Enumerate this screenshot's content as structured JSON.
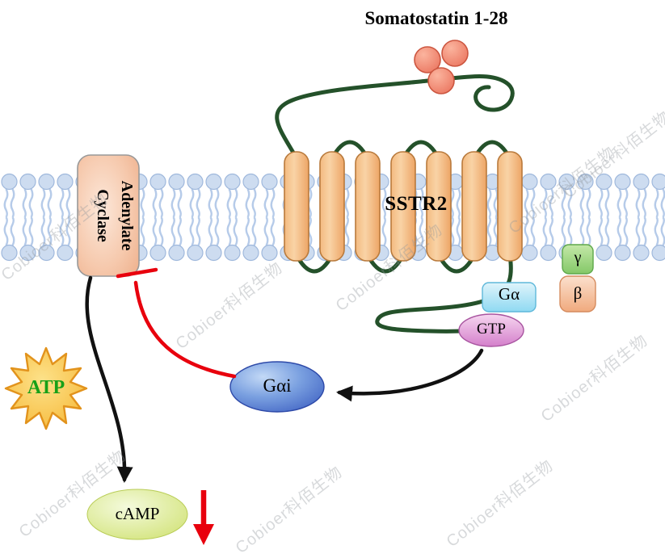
{
  "diagram": {
    "title": "Somatostatin 1-28",
    "receptor_label": "SSTR2",
    "enzyme": {
      "line1": "Adenylate",
      "line2": "Cyclase"
    },
    "g_alpha": "Gα",
    "gtp": "GTP",
    "gamma": "γ",
    "beta": "β",
    "g_alpha_i": "Gαi",
    "atp": "ATP",
    "camp": "cAMP"
  },
  "watermark": {
    "text": "Cobioer科佰生物"
  },
  "colors": {
    "membrane_head": "#cddcf0",
    "membrane_tail": "#b6cbe9",
    "helix_fill": "#f8c88e",
    "loop_green": "#24512a",
    "ligand_red": "#ef8166",
    "inhibit_red": "#e8000d",
    "arrow_black": "#111111",
    "atp_star": "#f7c948",
    "atp_text": "#18a018",
    "camp_fill": "#cfe170",
    "g_alpha_blue": "#8fd9f2",
    "gtp_pink": "#d47fcb",
    "gamma_green": "#84c868",
    "beta_peach": "#f0aa7e",
    "gai_blue": "#3a5cc0"
  }
}
